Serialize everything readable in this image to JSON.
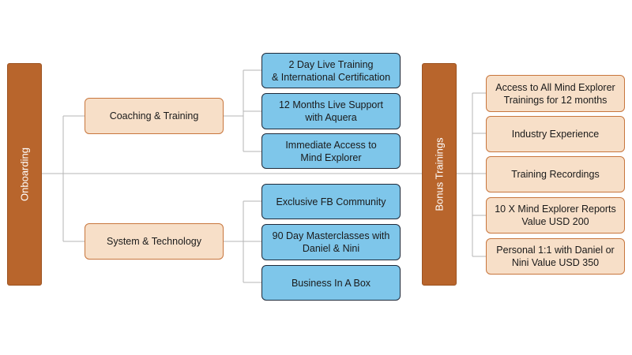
{
  "root": {
    "label": "Onboarding"
  },
  "branches": [
    {
      "label": "Coaching & Training",
      "items": [
        "2 Day Live Training\n& International Certification",
        "12 Months Live Support\nwith Aquera",
        "Immediate Access to\nMind Explorer"
      ]
    },
    {
      "label": "System & Technology",
      "items": [
        "Exclusive FB Community",
        "90 Day Masterclasses with\nDaniel & Nini",
        "Business In A Box"
      ]
    }
  ],
  "bonus": {
    "label": "Bonus Trainings",
    "items": [
      "Access to All Mind Explorer\nTrainings for 12 months",
      "Industry Experience",
      "Training Recordings",
      "10 X Mind Explorer Reports\nValue USD 200",
      "Personal 1:1 with Daniel or\nNini Value USD 350"
    ]
  },
  "colors": {
    "bar": "#b8652c",
    "peach": "#f7dfc8",
    "peach_border": "#c8763d",
    "blue": "#7ec6ea",
    "blue_border": "#1f2a3a",
    "line": "#b5b5b5"
  }
}
